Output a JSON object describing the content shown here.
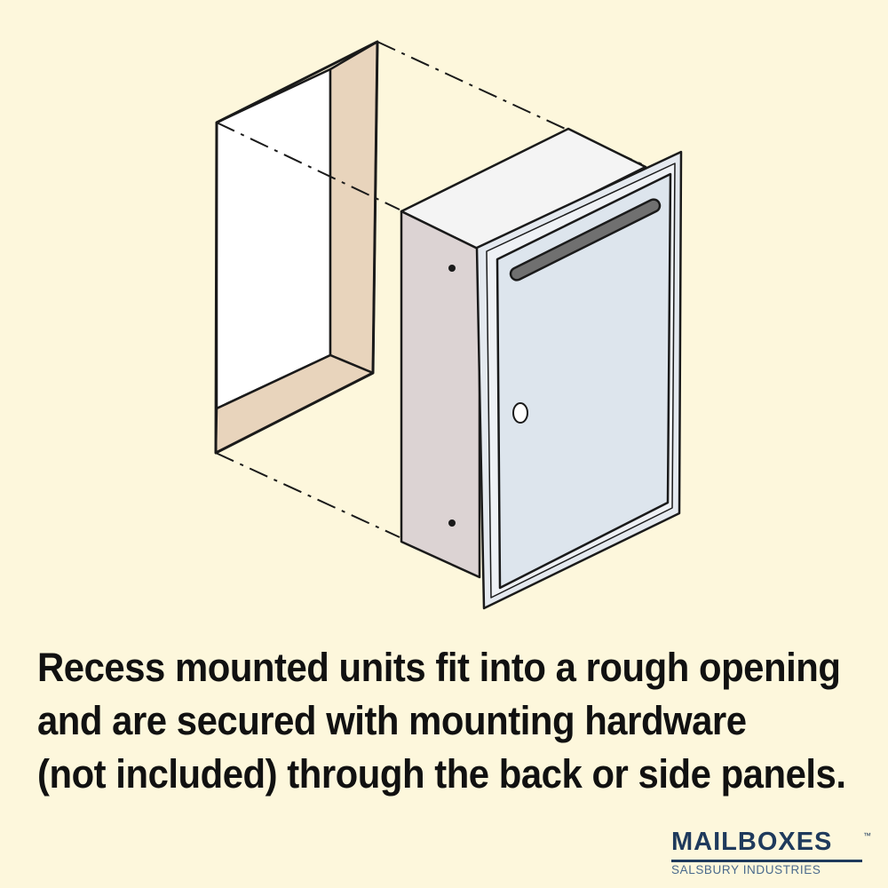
{
  "caption": {
    "line1": "Recess mounted units fit into a rough opening",
    "line2": "and are secured with mounting hardware",
    "line3": "(not included) through the back or side panels."
  },
  "logo": {
    "name": "MAILBOXES",
    "trademark": "™",
    "subtitle": "SALSBURY INDUSTRIES"
  },
  "colors": {
    "background": "#fdf7dc",
    "opening_frame": "#e8d4bc",
    "box_side": "#dcd3d3",
    "box_top": "#f4f4f4",
    "door": "#dde5ed",
    "logo_blue": "#1f3a5c"
  }
}
